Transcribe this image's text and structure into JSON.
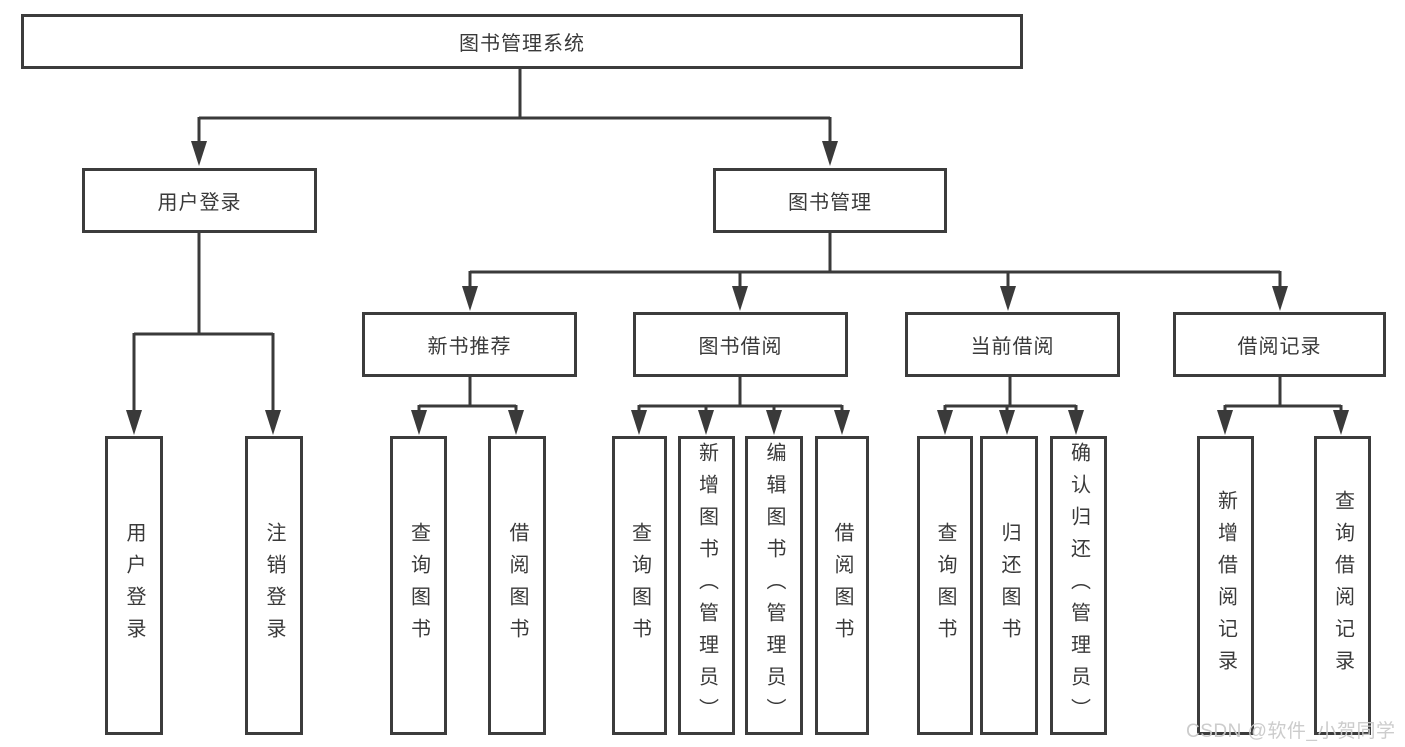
{
  "diagram": {
    "title": "图书管理系统",
    "watermark": "CSDN @软件_小贺同学",
    "colors": {
      "line": "#3a3a3a",
      "box_border": "#3c3c3c",
      "text": "#3a3a3a",
      "watermark": "#c9c9c9",
      "background": "#ffffff"
    },
    "nodes": {
      "root": {
        "label": "图书管理系统"
      },
      "level2": [
        {
          "label": "用户登录"
        },
        {
          "label": "图书管理"
        }
      ],
      "level3": [
        {
          "label": "新书推荐",
          "parent": "图书管理"
        },
        {
          "label": "图书借阅",
          "parent": "图书管理"
        },
        {
          "label": "当前借阅",
          "parent": "图书管理"
        },
        {
          "label": "借阅记录",
          "parent": "图书管理"
        }
      ],
      "leaves": [
        {
          "label": "用户登录",
          "parent": "用户登录"
        },
        {
          "label": "注销登录",
          "parent": "用户登录"
        },
        {
          "label": "查询图书",
          "parent": "新书推荐"
        },
        {
          "label": "借阅图书",
          "parent": "新书推荐"
        },
        {
          "label": "查询图书",
          "parent": "图书借阅"
        },
        {
          "label": "新增图书（管理员）",
          "parent": "图书借阅"
        },
        {
          "label": "编辑图书（管理员）",
          "parent": "图书借阅"
        },
        {
          "label": "借阅图书",
          "parent": "图书借阅"
        },
        {
          "label": "查询图书",
          "parent": "当前借阅"
        },
        {
          "label": "归还图书",
          "parent": "当前借阅"
        },
        {
          "label": "确认归还（管理员）",
          "parent": "当前借阅"
        },
        {
          "label": "新增借阅记录",
          "parent": "借阅记录"
        },
        {
          "label": "查询借阅记录",
          "parent": "借阅记录"
        }
      ]
    }
  }
}
